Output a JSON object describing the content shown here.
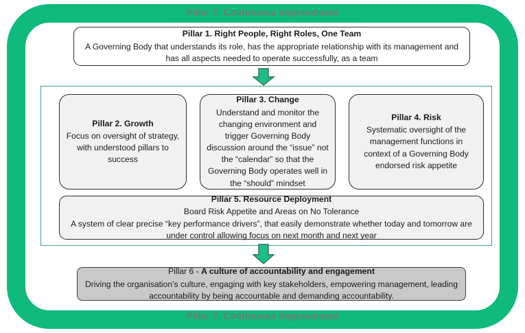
{
  "diagram": {
    "title": "Seven Pillars of Governance",
    "colors": {
      "frame_green": "#0FBA7C",
      "inner_border_teal": "#3FA38A",
      "pillar_fill_light": "#f1f1f1",
      "pillar6_fill_gray": "#c9c9c9",
      "pillar7_text": "#6E7B74",
      "arrow_fill": "#1FBE86",
      "arrow_stroke": "#2F6F5B"
    }
  },
  "pillar7": {
    "top_label": "Pillar 7. Continuous Improvement",
    "bottom_label": "Pillar 7. Continuous Improvement"
  },
  "pillar1": {
    "title": "Pillar 1. Right People, Right Roles, One Team",
    "line1": "A Governing Body that understands its role, has the appropriate relationship with its management and",
    "line2": "has all aspects needed to operate successfully, as a team"
  },
  "pillar2": {
    "title": "Pillar 2. Growth",
    "body": "Focus on oversight of strategy, with understood pillars to success"
  },
  "pillar3": {
    "title": "Pillar 3. Change",
    "body": "Understand and monitor the changing environment and trigger Governing Body discussion around the “issue” not the “calendar” so that the Governing Body operates well in the “should” mindset"
  },
  "pillar4": {
    "title": "Pillar 4. Risk",
    "body": "Systematic oversight of the management functions in context of a Governing Body endorsed risk appetite"
  },
  "pillar5": {
    "title": "Pillar 5. Resource Deployment",
    "line1": "Board Risk Appetite and Areas on No Tolerance",
    "line2": "A system of clear precise “key performance drivers”, that easily demonstrate whether today and tomorrow are",
    "line3": "under control allowing focus on next month and next year"
  },
  "pillar6": {
    "title_prefix": "Pillar 6 - ",
    "title_bold": "A culture of accountability and engagement",
    "line1": "Driving the organisation’s culture, engaging with key stakeholders, empowering management, leading",
    "line2": "accountability by being accountable and demanding accountability."
  },
  "arrows": {
    "arrow1_name": "down-arrow-icon",
    "arrow2_name": "down-arrow-icon"
  }
}
